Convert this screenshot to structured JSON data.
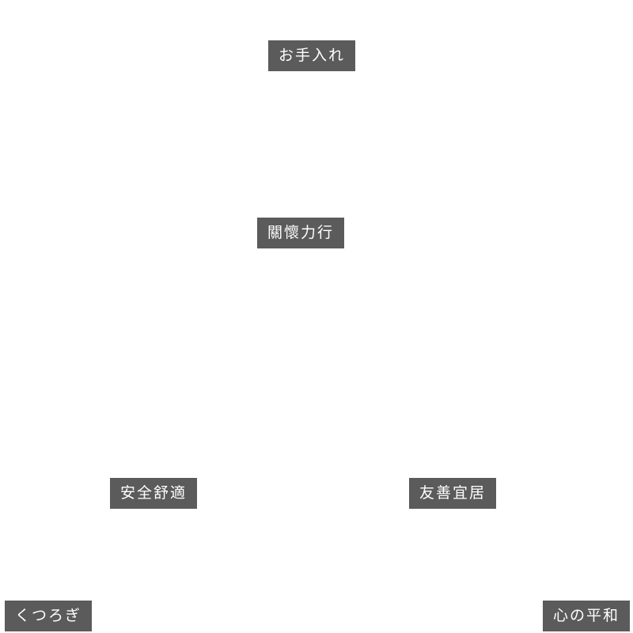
{
  "colors": {
    "background": "#ffffff",
    "tag_background": "#5b5b5b",
    "tag_text": "#ffffff"
  },
  "labels": [
    "お手入れ",
    "關懷力行",
    "安全舒適",
    "友善宜居",
    "くつろぎ",
    "心の平和"
  ]
}
